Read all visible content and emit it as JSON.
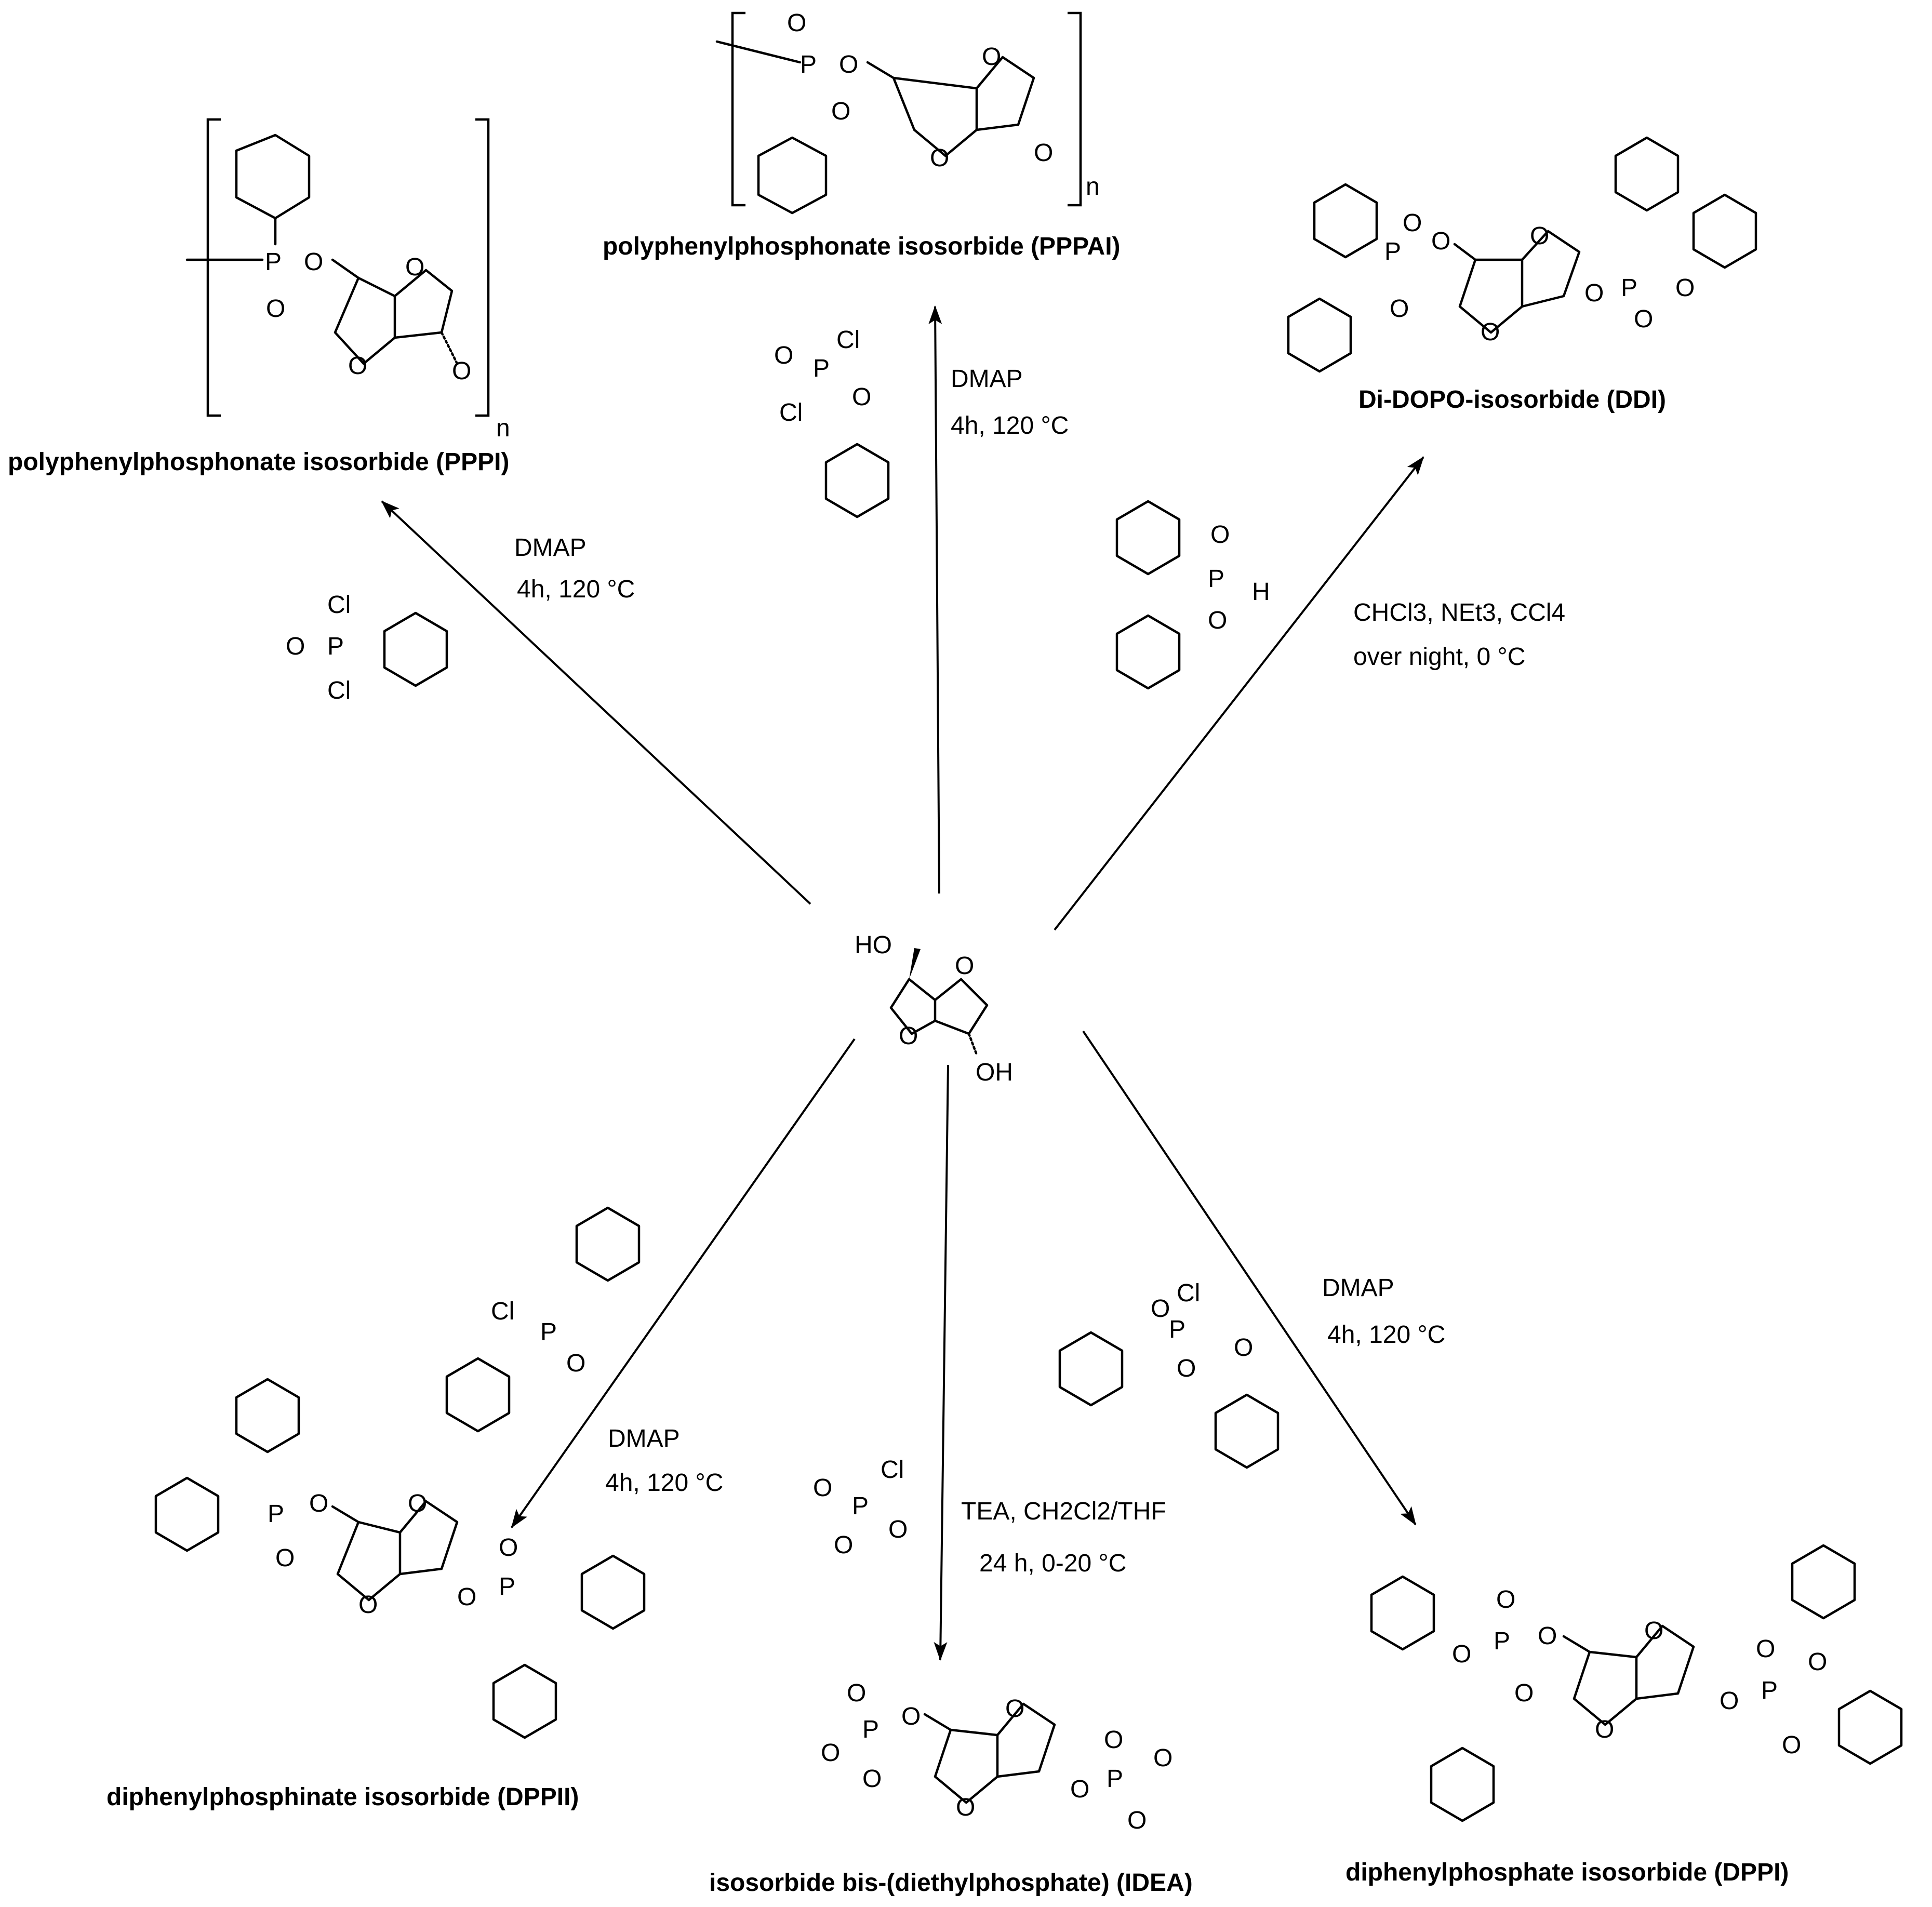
{
  "products": {
    "pppi": "polyphenylphosphonate isosorbide (PPPI)",
    "pppai": "polyphenylphosphonate isosorbide (PPPAI)",
    "ddi": "Di-DOPO-isosorbide (DDI)",
    "dppii": "diphenylphosphinate isosorbide (DPPII)",
    "idea": "isosorbide bis-(diethylphosphate) (IDEA)",
    "dppi": "diphenylphosphate isosorbide (DPPI)"
  },
  "conditions": {
    "pppi": [
      "DMAP",
      "4h, 120 °C"
    ],
    "pppai": [
      "DMAP",
      "4h, 120 °C"
    ],
    "ddi": [
      "CHCl3, NEt3, CCl4",
      "over night, 0 °C"
    ],
    "dppii": [
      "DMAP",
      "4h, 120 °C"
    ],
    "idea": [
      "TEA, CH2Cl2/THF",
      "24 h, 0-20 °C"
    ],
    "dppi": [
      "DMAP",
      "4h, 120 °C"
    ]
  },
  "atoms": {
    "oxygen": "O",
    "phosphorus": "P",
    "chlorine": "Cl",
    "hydrogen": "H",
    "hydroxyl_left": "HO",
    "hydroxyl_right": "OH",
    "repeat_index": "n"
  }
}
